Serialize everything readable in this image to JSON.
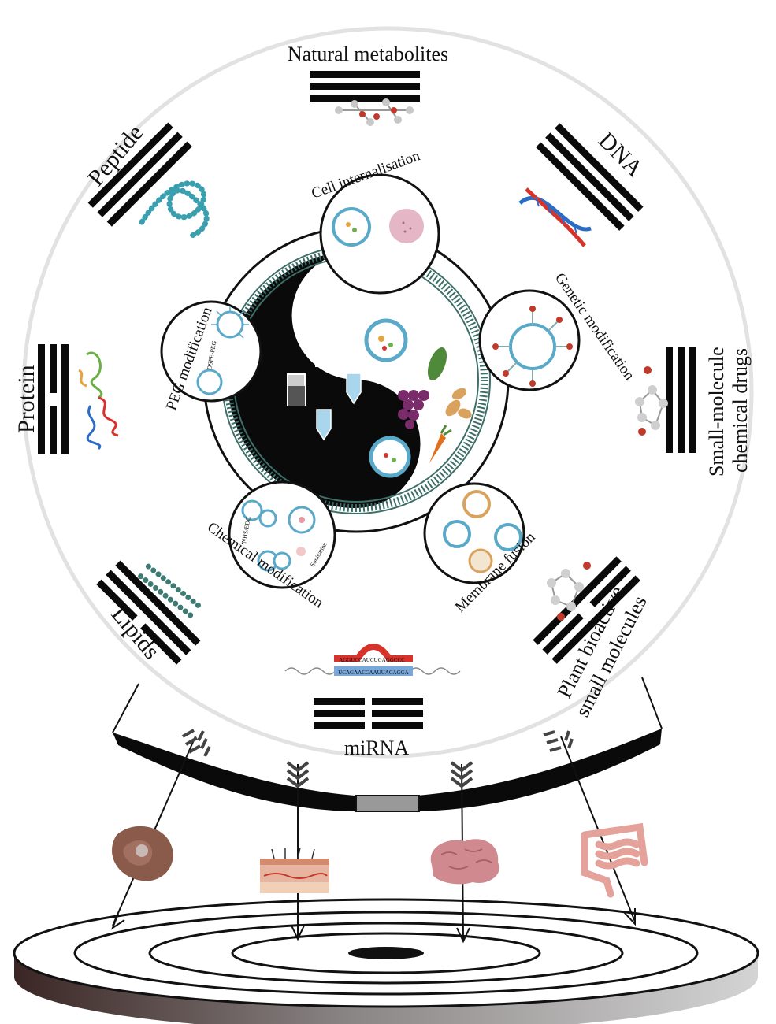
{
  "outer_labels": {
    "natural_metabolites": "Natural metabolites",
    "dna": "DNA",
    "small_molecule_line1": "Small-molecule",
    "small_molecule_line2": "chemical drugs",
    "plant_line1": "Plant bioactive",
    "plant_line2": "small molecules",
    "mirna": "miRNA",
    "lipids": "Lipids",
    "protein": "Protein",
    "peptide": "Peptide"
  },
  "strategy_labels": {
    "cell_internalisation": "Cell internalisation",
    "genetic_modification": "Genetic modification",
    "membrane_fusion": "Membrane fusion",
    "chemical_modification": "Chemical modification",
    "peg_modification": "PEG modification"
  },
  "small_labels": {
    "dspe_peg": "DSPE-PEG",
    "nhs_edc": "NHS/EDC",
    "sonication": "Sonication",
    "mirna_top": "AGGUCCAUCUGAGGCCC",
    "mirna_bottom": "UCAGAACCAAUUACAGGA"
  },
  "colors": {
    "outer_ring": "#e4e4e4",
    "black": "#0a0a0a",
    "membrane": "#3d6f68",
    "vesicle": "#5aa9c9",
    "dna_red": "#d8332b",
    "dna_blue": "#2b6cc4",
    "peptide": "#3aa0b0",
    "cell_pink": "#d9a3b5",
    "tumor": "#8a5a4a",
    "brain": "#d08a8f",
    "intestine": "#e4a29a",
    "skin": "#e7b59f",
    "grape": "#7a2c6a",
    "carrot": "#e0701e",
    "cucumber": "#4f8a3a",
    "ginger": "#d9a35f",
    "bow_grip": "#999999",
    "target_dark": "#3a2a26",
    "target_light": "#d9d9d9"
  },
  "icons": {
    "peptide": "peptide-chain-icon",
    "dna": "dna-helix-icon",
    "protein": "protein-ribbon-icon",
    "lipids": "lipid-bilayer-icon",
    "molecule": "ball-and-stick-molecule-icon",
    "mirna": "mirna-hairpin-icon",
    "tumor": "tumor-cell-icon",
    "skin": "skin-section-icon",
    "brain": "brain-icon",
    "intestine": "intestine-icon",
    "yin_yang": "yin-yang-icon",
    "arrow": "arrow-fletching-icon"
  }
}
